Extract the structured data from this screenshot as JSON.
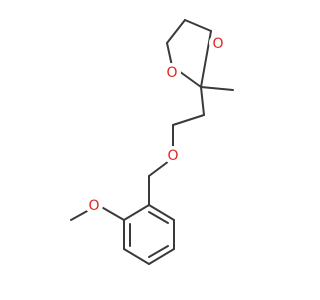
{
  "molecule": {
    "atoms": [
      {
        "id": "O1",
        "symbol": "O",
        "color": "#e0251f"
      },
      {
        "id": "O2",
        "symbol": "O",
        "color": "#e0251f"
      },
      {
        "id": "O3",
        "symbol": "O",
        "color": "#e0251f"
      },
      {
        "id": "O4",
        "symbol": "O",
        "color": "#e0251f"
      }
    ],
    "bond_color": "#3a3a3a"
  }
}
